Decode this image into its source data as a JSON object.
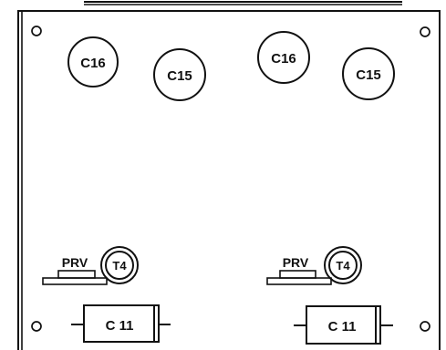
{
  "board": {
    "capacitors_c16": [
      {
        "label": "C16"
      },
      {
        "label": "C16"
      }
    ],
    "capacitors_c15": [
      {
        "label": "C15"
      },
      {
        "label": "C15"
      }
    ],
    "presets": [
      {
        "label": "PRV"
      },
      {
        "label": "PRV"
      }
    ],
    "transistors": [
      {
        "label": "T4"
      },
      {
        "label": "T4"
      }
    ],
    "capacitors_c11": [
      {
        "label": "C 11"
      },
      {
        "label": "C 11"
      }
    ]
  }
}
